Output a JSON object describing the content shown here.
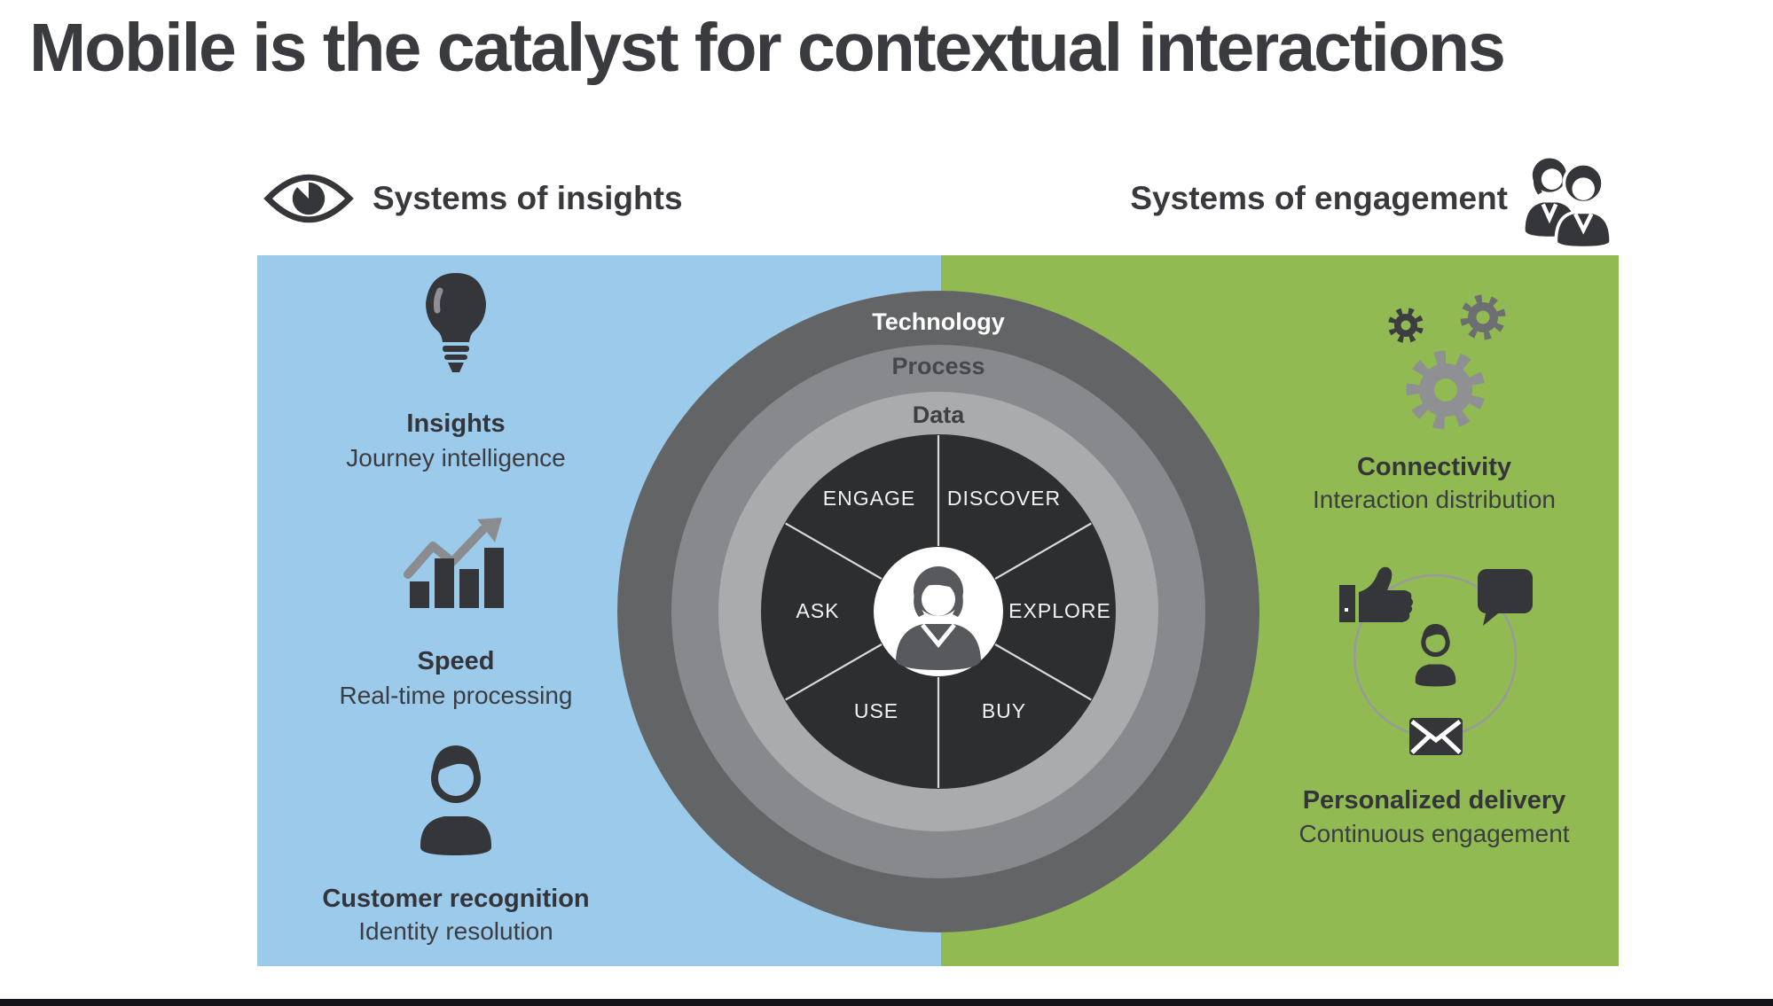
{
  "title": "Mobile is the catalyst for contextual interactions",
  "headers": {
    "insights": "Systems of insights",
    "engagement": "Systems of engagement"
  },
  "insights_panel": {
    "background": "#9ccaea",
    "items": [
      {
        "icon": "lightbulb-icon",
        "label": "Insights",
        "description": "Journey intelligence"
      },
      {
        "icon": "growth-chart-icon",
        "label": "Speed",
        "description": "Real-time processing"
      },
      {
        "icon": "person-icon",
        "label": "Customer recognition",
        "description": "Identity resolution"
      }
    ]
  },
  "engagement_panel": {
    "background": "#92ba52",
    "items": [
      {
        "icon": "gears-icon",
        "label": "Connectivity",
        "description": "Interaction distribution"
      },
      {
        "icon": "engagement-cycle-icon",
        "label": "Personalized delivery",
        "description": "Continuous engagement"
      }
    ]
  },
  "journey_wheel": {
    "rings": [
      {
        "label": "Technology",
        "color": "#636466"
      },
      {
        "label": "Process",
        "color": "#87898c"
      },
      {
        "label": "Data",
        "color": "#a9abad"
      }
    ],
    "core_color": "#2d2e30",
    "segments": [
      "ENGAGE",
      "DISCOVER",
      "ASK",
      "EXPLORE",
      "USE",
      "BUY"
    ],
    "center_icon": "customer-icon"
  },
  "footer": {
    "bar_color": "#14141b"
  }
}
